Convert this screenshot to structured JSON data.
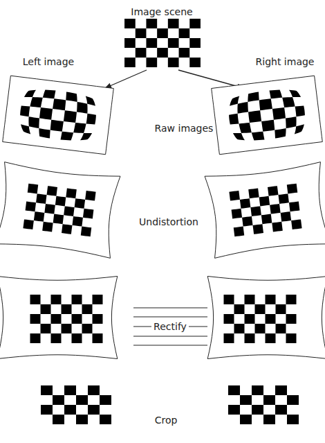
{
  "diagram": {
    "labels": [
      "Image scene",
      "Left image",
      "Right image",
      "Raw images",
      "Undistortion",
      "Rectify",
      "Crop"
    ]
  }
}
